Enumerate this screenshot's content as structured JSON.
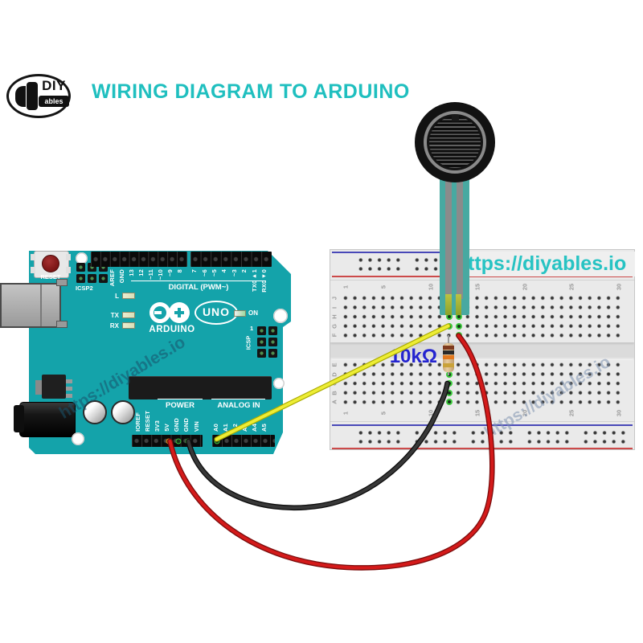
{
  "logo": {
    "line1": "DIY",
    "line2": "ables"
  },
  "title": {
    "text": "WIRING DIAGRAM TO ARDUINO",
    "color": "#1FBFBF"
  },
  "watermarks": {
    "breadboard_top": "https://diyables.io",
    "arduino_diagonal": "https://diyables.io",
    "breadboard_diagonal": "https://diyables.io"
  },
  "arduino": {
    "board_color": "#14A3AA",
    "labels": {
      "reset": "RESET",
      "icsp2": "ICSP2",
      "icsp": "ICSP",
      "icsp_pin1": "1",
      "digital": "DIGITAL (PWM~)",
      "brand": "ARDUINO",
      "uno": "UNO",
      "on": "ON",
      "led_l": "L",
      "led_tx": "TX",
      "led_rx": "RX",
      "power": "POWER",
      "analog": "ANALOG IN"
    },
    "digital_left_pin_labels": [
      "AREF",
      "GND",
      "13",
      "12",
      "~11",
      "~10",
      "~9",
      "8"
    ],
    "digital_right_pin_labels": [
      "7",
      "~6",
      "~5",
      "4",
      "~3",
      "2",
      "TX0▸1",
      "RX0◂0"
    ],
    "power_pin_labels": [
      "IOREF",
      "RESET",
      "3V3",
      "5V",
      "GND",
      "GND",
      "VIN"
    ],
    "analog_pin_labels": [
      "A0",
      "A1",
      "A2",
      "A3",
      "A4",
      "A5"
    ]
  },
  "breadboard": {
    "column_numbers": [
      "1",
      "5",
      "10",
      "15",
      "20",
      "25",
      "30"
    ],
    "row_letters_top": [
      "J",
      "I",
      "H",
      "G",
      "F"
    ],
    "row_letters_bottom": [
      "E",
      "D",
      "C",
      "B",
      "A"
    ]
  },
  "components": {
    "fsr": "force-sensitive-resistor",
    "resistor": {
      "label": "10kΩ",
      "band_colors": [
        "#7E3A1E",
        "#2A2A2A",
        "#E2781E",
        "#C9A23A"
      ]
    }
  },
  "wires": {
    "signal": {
      "color": "#EDED35",
      "from": "A0",
      "to": "breadboard G12"
    },
    "power": {
      "color": "#D41A1A",
      "from": "5V",
      "to": "breadboard F13"
    },
    "ground": {
      "color": "#383838",
      "from": "GND",
      "to": "breadboard C12"
    }
  }
}
